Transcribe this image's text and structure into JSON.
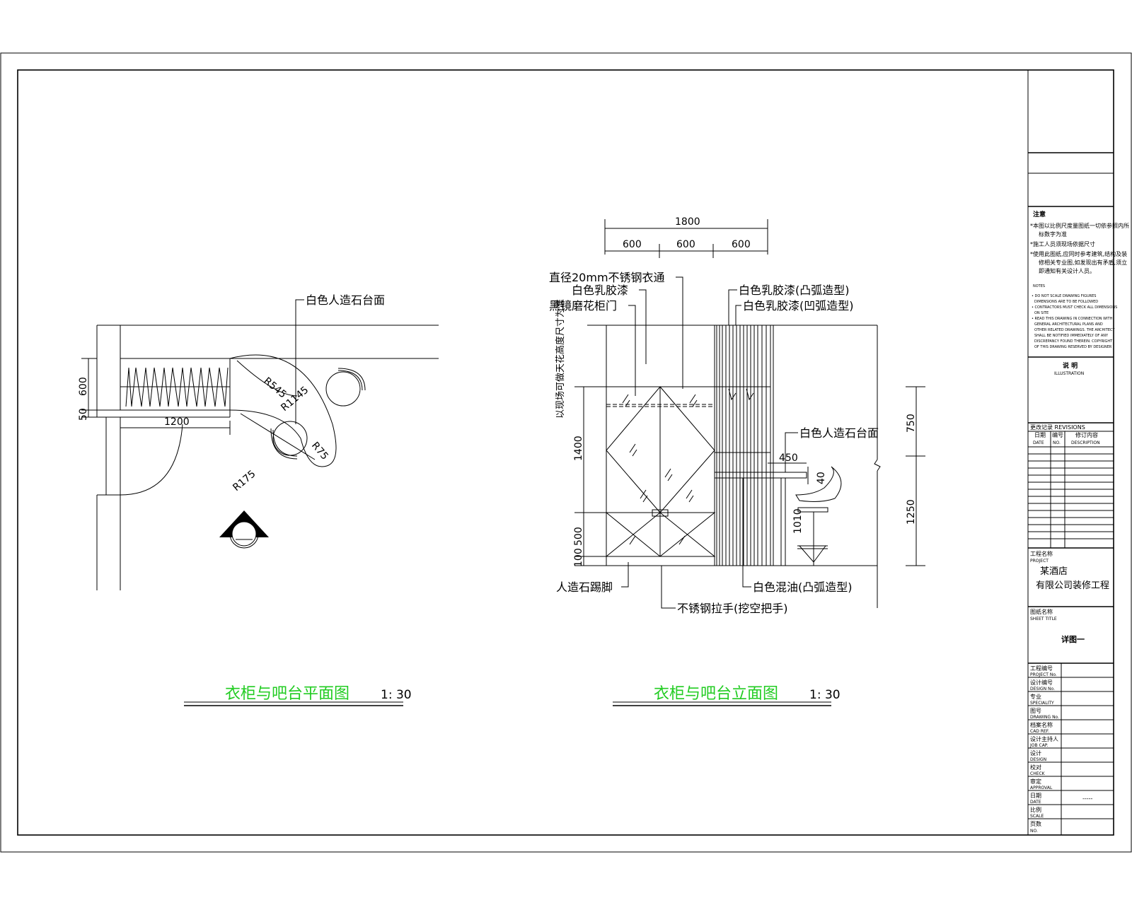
{
  "colors": {
    "line": "#000000",
    "title_green": "#22cc22",
    "background": "#ffffff"
  },
  "plan": {
    "label_countertop": "白色人造石台面",
    "dim_600": "600",
    "dim_50": "50",
    "dim_1200": "1200",
    "r545": "R545",
    "r1145": "R1145",
    "r175": "R175",
    "r75": "R75",
    "title": "衣柜与吧台平面图",
    "scale": "1: 30"
  },
  "elevation": {
    "dim_1800": "1800",
    "dim_600a": "600",
    "dim_600b": "600",
    "dim_600c": "600",
    "label_rod": "直径20mm不锈钢衣通",
    "label_latex1": "白色乳胶漆",
    "label_mirror_door": "黑镜磨花柜门",
    "label_latex_convex": "白色乳胶漆(凸弧造型)",
    "label_latex_concave": "白色乳胶漆(凹弧造型)",
    "label_site_measure": "以现场可做天花高度尺寸为准",
    "dim_1400": "1400",
    "dim_500": "500",
    "dim_100": "100",
    "label_bar_top": "白色人造石台面",
    "dim_450": "450",
    "dim_40": "40",
    "dim_1010": "1010",
    "dim_750": "750",
    "dim_1250": "1250",
    "label_skirting": "人造石踢脚",
    "label_paint_convex": "白色混油(凸弧造型)",
    "label_handle": "不锈钢拉手(挖空把手)",
    "title": "衣柜与吧台立面图",
    "scale": "1: 30"
  },
  "titleblock": {
    "notes_title": "注意",
    "notes_cn": [
      "*本图以比例尺度量图纸一切依参照内所",
      "标数字为准",
      "*施工人员须现场依据尺寸",
      "*使用此图纸,应同时参考建筑,结构及装",
      "修相关专业图,如发现出有矛盾,须立",
      "即通知有关设计人员。"
    ],
    "notes_en_title": "NOTES",
    "notes_en": [
      "• DO NOT SCALE DRAWING FIGURES",
      "DIMENSIONS ARE TO BE FOLLOWED",
      "• CONTRACTORS MUST CHECK ALL DIMENSIONS",
      "ON SITE",
      "• READ THIS DRAWING IN CONNECTION WITH",
      "GENERAL ARCHITECTURAL PLANS AND",
      "OTHER RELATED DRAWINGS. THE ARCHITECT",
      "SHALL BE NOTIFIED IMMEDIATELY OF ANY",
      "DISCREPANCY FOUND THEREIN. COPYRIGHT",
      "OF THIS DRAWING RESERVED BY DESIGNER"
    ],
    "illus_cn": "说 明",
    "illus_en": "ILLUSTRATION",
    "revisions": "更改记录 REVISIONS",
    "rev_date_cn": "日期",
    "rev_date_en": "DATE",
    "rev_no_cn": "编号",
    "rev_no_en": "NO.",
    "rev_desc_cn": "修订内容",
    "rev_desc_en": "DESCRIPTION",
    "project_cn": "工程名称",
    "project_en": "PROJECT",
    "project_name1": "某酒店",
    "project_name2": "有限公司装修工程",
    "sheet_cn": "图纸名称",
    "sheet_en": "SHEET TITLE",
    "sheet_name": "详图一",
    "rows": [
      {
        "cn": "工程编号",
        "en": "PROJECT No."
      },
      {
        "cn": "设计编号",
        "en": "DESIGN No."
      },
      {
        "cn": "专业",
        "en": "SPECIALITY"
      },
      {
        "cn": "图号",
        "en": "DRAWING No."
      },
      {
        "cn": "档案名称",
        "en": "CAD REF."
      },
      {
        "cn": "设计主持人",
        "en": "JOB CAP."
      },
      {
        "cn": "设计",
        "en": "DESIGN"
      },
      {
        "cn": "校对",
        "en": "CHECK"
      },
      {
        "cn": "审定",
        "en": "APPROVAL"
      },
      {
        "cn": "日期",
        "en": "DATE"
      },
      {
        "cn": "比例",
        "en": "SCALE"
      },
      {
        "cn": "页数",
        "en": "NO."
      }
    ],
    "date_value": "-----"
  }
}
